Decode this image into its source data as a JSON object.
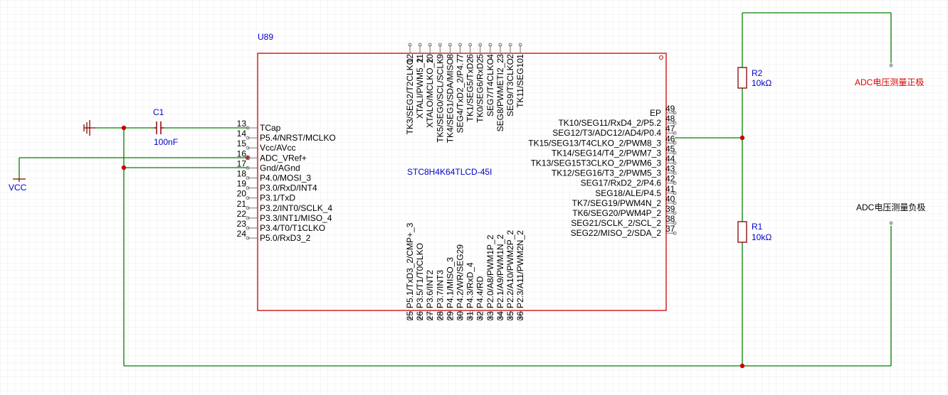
{
  "schematic": {
    "ic": {
      "designator": "U89",
      "part": "STC8H4K64TLCD-45I",
      "left_pins": [
        {
          "num": "13",
          "name": "TCap"
        },
        {
          "num": "14",
          "name": "P5.4/NRST/MCLKO"
        },
        {
          "num": "15",
          "name": "Vcc/AVcc"
        },
        {
          "num": "16",
          "name": "ADC_VRef+"
        },
        {
          "num": "17",
          "name": "Gnd/AGnd"
        },
        {
          "num": "18",
          "name": "P4.0/MOSI_3"
        },
        {
          "num": "19",
          "name": "P3.0/RxD/INT4"
        },
        {
          "num": "20",
          "name": "P3.1/TxD"
        },
        {
          "num": "21",
          "name": "P3.2/INT0/SCLK_4"
        },
        {
          "num": "22",
          "name": "P3.3/INT1/MISO_4"
        },
        {
          "num": "23",
          "name": "P3.4/T0/T1CLKO"
        },
        {
          "num": "24",
          "name": "P5.0/RxD3_2"
        }
      ],
      "right_pins": [
        {
          "num": "49",
          "name": "EP"
        },
        {
          "num": "48",
          "name": "TK10/SEG11/RxD4_2/P5.2"
        },
        {
          "num": "47",
          "name": "SEG12/T3/ADC12/AD4/P0.4"
        },
        {
          "num": "46",
          "name": "TK15/SEG13/T4CLKO_2/PWM8_3"
        },
        {
          "num": "45",
          "name": "TK14/SEG14/T4_2/PWM7_3"
        },
        {
          "num": "44",
          "name": "TK13/SEG15T3CLKO_2/PWM6_3"
        },
        {
          "num": "43",
          "name": "TK12/SEG16/T3_2/PWM5_3"
        },
        {
          "num": "42",
          "name": "SEG17/RxD2_2/P4.6"
        },
        {
          "num": "41",
          "name": "SEG18/ALE/P4.5"
        },
        {
          "num": "40",
          "name": "TK7/SEG19/PWM4N_2"
        },
        {
          "num": "39",
          "name": "TK6/SEG20/PWM4P_2"
        },
        {
          "num": "38",
          "name": "SEG21/SCLK_2/SCL_2"
        },
        {
          "num": "37",
          "name": "SEG22/MISO_2/SDA_2"
        }
      ],
      "top_pins": [
        {
          "num": "12",
          "name": "TK3/SEG2/T2CLKO"
        },
        {
          "num": "11",
          "name": "XTALI/PWM5_2"
        },
        {
          "num": "10",
          "name": "XTALO/MCLKO_2"
        },
        {
          "num": "9",
          "name": "TK5/SEG0/SCL/SCLK"
        },
        {
          "num": "8",
          "name": "TK4/SEG1/SDA/MISO"
        },
        {
          "num": "7",
          "name": "SEG4/TxD2_2/P4.7"
        },
        {
          "num": "6",
          "name": "TK1/SEG5/TxD2"
        },
        {
          "num": "5",
          "name": "TK0/SEG6/RxD2"
        },
        {
          "num": "4",
          "name": "SEG7/T4CLKO"
        },
        {
          "num": "3",
          "name": "SEG8/PWMETI2_2"
        },
        {
          "num": "2",
          "name": "SEG9/T3CLKO"
        },
        {
          "num": "1",
          "name": "TK11/SEG10"
        }
      ],
      "bottom_pins": [
        {
          "num": "25",
          "name": "P5.1/TxD3_2/CMP+_3"
        },
        {
          "num": "26",
          "name": "P3.5/T1/T0CLKO"
        },
        {
          "num": "27",
          "name": "P3.6/INT2"
        },
        {
          "num": "28",
          "name": "P3.7/INT3"
        },
        {
          "num": "29",
          "name": "P4.1/MISO_3"
        },
        {
          "num": "30",
          "name": "P4.2/WR/SEG29"
        },
        {
          "num": "31",
          "name": "P4.3/RxD_4"
        },
        {
          "num": "32",
          "name": "P4.4/RD"
        },
        {
          "num": "33",
          "name": "P2.0/A8/PWM1P_2"
        },
        {
          "num": "34",
          "name": "P2.1/A9/PWM1N_2"
        },
        {
          "num": "35",
          "name": "P2.2/A10/PWM2P_2"
        },
        {
          "num": "36",
          "name": "P2.3/A11/PWM2N_2"
        }
      ]
    },
    "capacitor": {
      "designator": "C1",
      "value": "100nF"
    },
    "resistor_r2": {
      "designator": "R2",
      "value": "10kΩ"
    },
    "resistor_r1": {
      "designator": "R1",
      "value": "10kΩ"
    },
    "vcc_label": "VCC",
    "probe_positive": "ADC电压测量正极",
    "probe_negative": "ADC电压测量负极",
    "colors": {
      "wire": "#008000",
      "outline": "#cc0000",
      "pin": "#777777",
      "designator": "#0000cc",
      "text": "#000000",
      "alert_text": "#dd0000",
      "grid": "#ececec"
    }
  }
}
